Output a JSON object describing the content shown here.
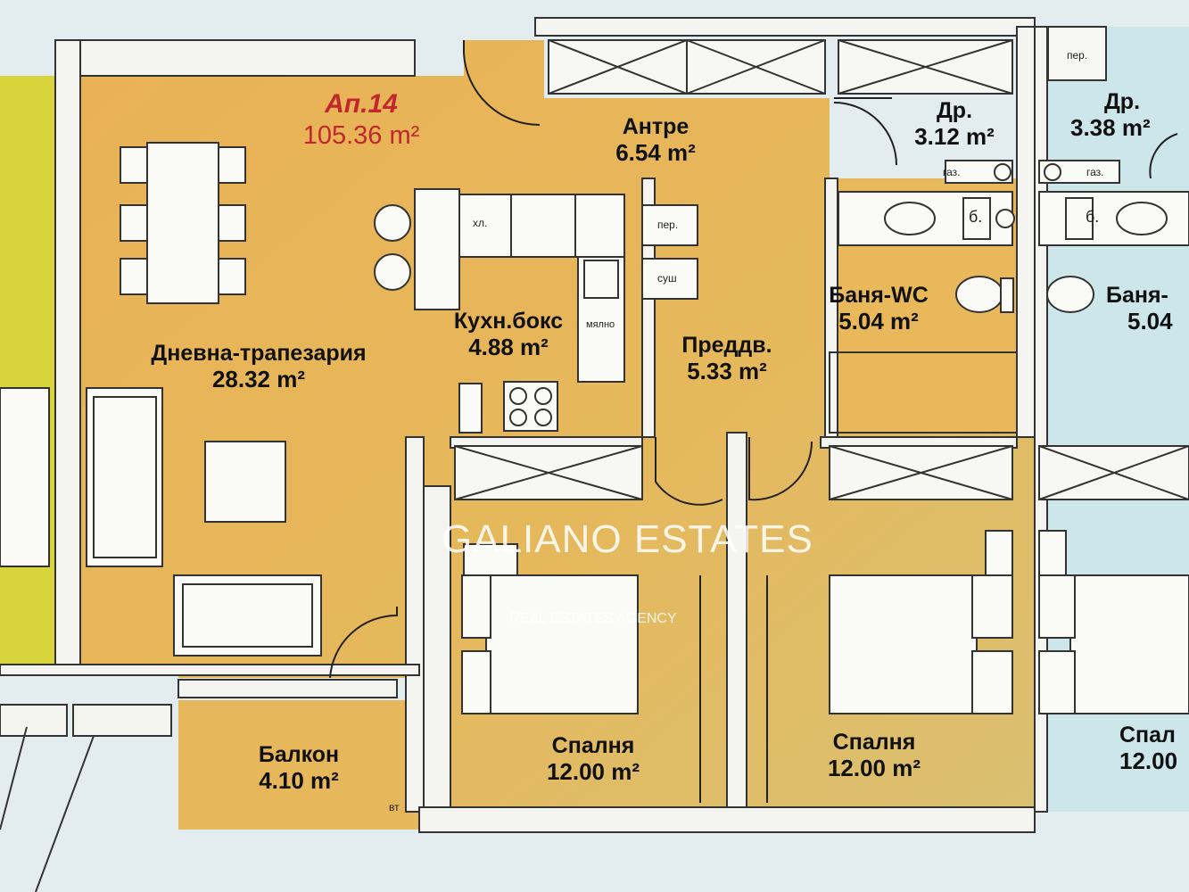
{
  "apartment": {
    "number": "Ап.14",
    "total_area": "105.36 m²"
  },
  "rooms": {
    "living": {
      "name": "Дневна-трапезария",
      "area": "28.32 m²"
    },
    "kitchen": {
      "name": "Кухн.бокс",
      "area": "4.88 m²"
    },
    "entry": {
      "name": "Антре",
      "area": "6.54 m²"
    },
    "hall": {
      "name": "Преддв.",
      "area": "5.33 m²"
    },
    "storage": {
      "name": "Др.",
      "area": "3.12 m²"
    },
    "bathroom": {
      "name": "Баня-WC",
      "area": "5.04 m²"
    },
    "balcony": {
      "name": "Балкон",
      "area": "4.10 m²"
    },
    "bedroom1": {
      "name": "Спалня",
      "area": "12.00 m²"
    },
    "bedroom2": {
      "name": "Спалня",
      "area": "12.00 m²"
    }
  },
  "neighbor_right": {
    "storage_name": "Др.",
    "storage_area": "3.38 m²",
    "bath_name": "Баня-",
    "bath_area": "5.04",
    "bedroom_name": "Спал",
    "bedroom_area": "12.00",
    "fridge_label": "пер."
  },
  "fixtures": {
    "fridge": "хл.",
    "washer": "пер.",
    "dryer": "суш",
    "dishwasher": "мялно",
    "gas": "газ.",
    "gas_right": "газ.",
    "boiler": "б.",
    "boiler_right": "б.",
    "balcony_vt": "вт"
  },
  "watermark": {
    "brand": "GALIANO ESTATES",
    "tagline": "REAL ESTATES AGENCY"
  },
  "colors": {
    "apartment_fill": "#e8b457",
    "neighbor_left_fill": "#d7d43a",
    "neighbor_right_fill": "#c9e8ee",
    "wall": "#3a3a3a",
    "title_red": "#c1272d"
  }
}
